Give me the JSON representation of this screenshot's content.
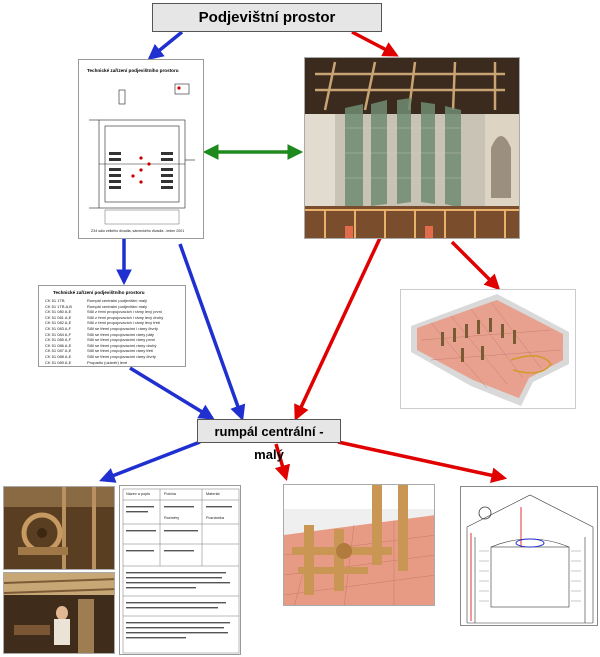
{
  "nodes": {
    "top_title": "Podjevištní prostor",
    "center_title": "rumpál centrální - malý"
  },
  "plan_doc": {
    "heading": "Technické zařízení podjevištního prostoru",
    "footer": "Z34 sálu velkého divadla, sámeckého divadla - leden 2001"
  },
  "list_doc": {
    "heading": "Technické zařízení podjevištního prostoru",
    "rows": [
      {
        "code": "CK 51 1TB",
        "desc": "Rumpál centrální podjevištní malý"
      },
      {
        "code": "CK 51 1TB A,B",
        "desc": "Rumpál centrální podjevištní malý"
      },
      {
        "code": "CK 51 080 A,E",
        "desc": "Stůl z řemi propojovacích i rámy levý první"
      },
      {
        "code": "CK 51 081 A,E",
        "desc": "Stůl z řemi propojovacích i rámy levý druhý"
      },
      {
        "code": "CK 51 082 A,E",
        "desc": "Stůl z řemi propojovacích i rámy levý třetí"
      },
      {
        "code": "CK 51 083 A,F",
        "desc": "Stůl se třemi propojovacími i rámy čtvrtý"
      },
      {
        "code": "CK 51 084 A,F",
        "desc": "Stůl se třemi propojovacími rámy pátý"
      },
      {
        "code": "CK 51 085 A,F",
        "desc": "Stůl se třemi propojovacími rámy první"
      },
      {
        "code": "CK 51 086 A,E",
        "desc": "Stůl se třemi propojovacími rámy druhý"
      },
      {
        "code": "CK 51 087 A,E",
        "desc": "Stůl se třemi propojovacími rámy třetí"
      },
      {
        "code": "CK 51 088 A,E",
        "desc": "Stůl se třemi propojovacími rámy čtvrtý"
      },
      {
        "code": "CK 51 089 A,E",
        "desc": "Propadlo (uzávěr) levé"
      }
    ]
  },
  "card_doc": {
    "header_left": "Název a popis",
    "fields": [
      "Poloha",
      "Materiál",
      "Rozměry",
      "Poznámka"
    ]
  },
  "colors": {
    "blue_arrow": "#1f2fd0",
    "red_arrow": "#e00000",
    "green_arrow": "#1e8a1e",
    "title_fill": "#e6e6e6"
  }
}
